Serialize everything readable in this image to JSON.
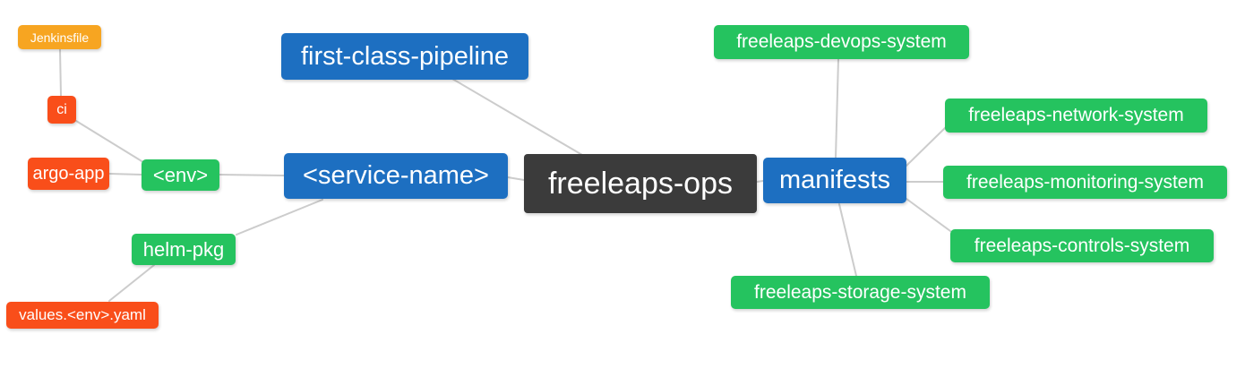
{
  "diagram": {
    "type": "mindmap",
    "root_label": "freeleaps-ops",
    "colors": {
      "background": "#ffffff",
      "edge": "#cccccc",
      "branch_blue": "#1d6fc1",
      "leaf_green": "#25c35f",
      "accent_orange": "#f7a521",
      "accent_red_orange": "#f94e1a",
      "root_dark": "#3b3b3b",
      "text": "#ffffff"
    },
    "nodes": {
      "jenkinsfile": {
        "label": "Jenkinsfile"
      },
      "ci": {
        "label": "ci"
      },
      "argo_app": {
        "label": "argo-app"
      },
      "env": {
        "label": "<env>"
      },
      "helm_pkg": {
        "label": "helm-pkg"
      },
      "values_env_yaml": {
        "label": "values.<env>.yaml"
      },
      "first_class_pipeline": {
        "label": "first-class-pipeline"
      },
      "service_name": {
        "label": "<service-name>"
      },
      "freeleaps_ops": {
        "label": "freeleaps-ops"
      },
      "manifests": {
        "label": "manifests"
      },
      "devops_system": {
        "label": "freeleaps-devops-system"
      },
      "network_system": {
        "label": "freeleaps-network-system"
      },
      "monitoring_system": {
        "label": "freeleaps-monitoring-system"
      },
      "controls_system": {
        "label": "freeleaps-controls-system"
      },
      "storage_system": {
        "label": "freeleaps-storage-system"
      }
    },
    "edges": [
      {
        "from": "jenkinsfile",
        "to": "ci"
      },
      {
        "from": "ci",
        "to": "env"
      },
      {
        "from": "argo_app",
        "to": "env"
      },
      {
        "from": "env",
        "to": "service_name"
      },
      {
        "from": "service_name",
        "to": "helm_pkg"
      },
      {
        "from": "helm_pkg",
        "to": "values_env_yaml"
      },
      {
        "from": "first_class_pipeline",
        "to": "freeleaps_ops"
      },
      {
        "from": "service_name",
        "to": "freeleaps_ops"
      },
      {
        "from": "freeleaps_ops",
        "to": "manifests"
      },
      {
        "from": "manifests",
        "to": "devops_system"
      },
      {
        "from": "manifests",
        "to": "network_system"
      },
      {
        "from": "manifests",
        "to": "monitoring_system"
      },
      {
        "from": "manifests",
        "to": "controls_system"
      },
      {
        "from": "manifests",
        "to": "storage_system"
      }
    ]
  }
}
